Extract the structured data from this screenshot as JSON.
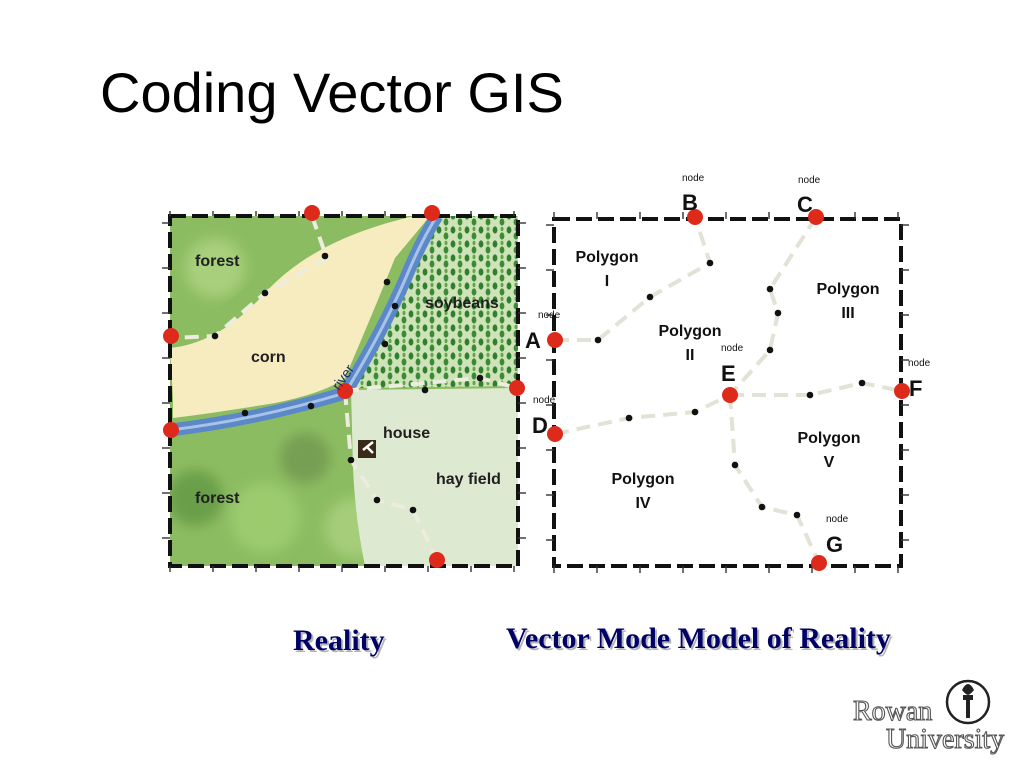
{
  "slide": {
    "title": "Coding Vector GIS"
  },
  "reality_map": {
    "labels": {
      "forest_top": "forest",
      "corn": "corn",
      "river": "river",
      "soybeans": "soybeans",
      "house": "house",
      "hay_field": "hay field",
      "forest_bottom": "forest"
    },
    "colors": {
      "forest": "#7fb25a",
      "corn": "#f7ecc0",
      "soybeans": "#3f8f3a",
      "hay_field": "#dde9d1",
      "river": "#5b88c8",
      "node": "#dd2a1b",
      "boundary": "#e9e6d8"
    }
  },
  "vector_model": {
    "nodes": [
      {
        "id": "A",
        "caption": "node"
      },
      {
        "id": "B",
        "caption": "node"
      },
      {
        "id": "C",
        "caption": "node"
      },
      {
        "id": "D",
        "caption": "node"
      },
      {
        "id": "E",
        "caption": "node"
      },
      {
        "id": "F",
        "caption": "node"
      },
      {
        "id": "G",
        "caption": "node"
      }
    ],
    "polygons": [
      {
        "word": "Polygon",
        "numeral": "I"
      },
      {
        "word": "Polygon",
        "numeral": "II"
      },
      {
        "word": "Polygon",
        "numeral": "III"
      },
      {
        "word": "Polygon",
        "numeral": "IV"
      },
      {
        "word": "Polygon",
        "numeral": "V"
      }
    ]
  },
  "captions": {
    "reality": "Reality",
    "vector_model": "Vector Mode Model of Reality"
  },
  "logo": {
    "line1": "Rowan",
    "line2": "University"
  }
}
